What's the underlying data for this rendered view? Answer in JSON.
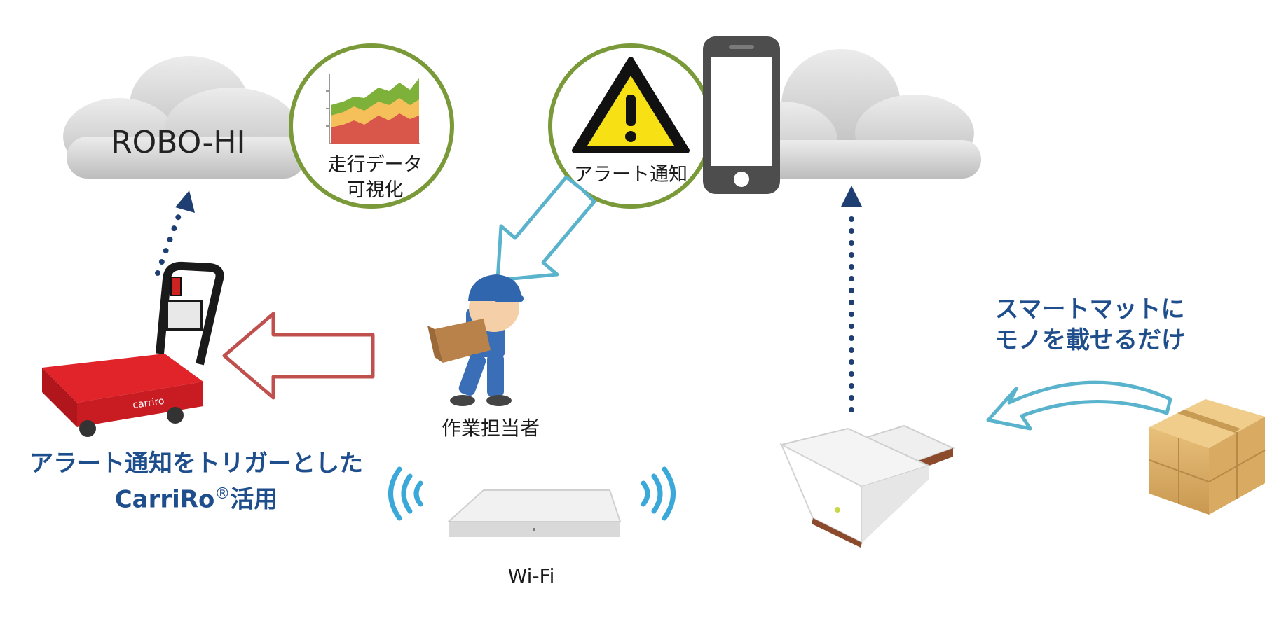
{
  "cloud_left": {
    "title": "ROBO-HI"
  },
  "viz_circle": {
    "line1": "走行データ",
    "line2": "可視化"
  },
  "alert_circle": {
    "label": "アラート通知"
  },
  "worker": {
    "label": "作業担当者"
  },
  "wifi": {
    "label": "Wi-Fi"
  },
  "smartmat": {
    "line1": "スマートマットに",
    "line2": "モノを載せるだけ"
  },
  "carriro": {
    "line1": "アラート通知をトリガーとした",
    "line2_prefix": "CarriRo",
    "line2_reg": "®",
    "line2_suffix": "活用"
  },
  "colors": {
    "cloud": "#cfcfcf",
    "circle_border": "#7a9a3a",
    "dotted_arrow": "#1f3f73",
    "teal_arrow": "#5ab3cc",
    "red_arrow": "#c0504d",
    "headline_blue": "#1f4e8c",
    "wifi_wave": "#3aa8d8"
  },
  "icons": [
    "cloud",
    "area-chart-icon",
    "warning-icon",
    "smartphone-icon",
    "worker-carrying-box-icon",
    "carriro-cart-icon",
    "wifi-access-point-icon",
    "smart-mat-icon",
    "cardboard-box-icon"
  ]
}
